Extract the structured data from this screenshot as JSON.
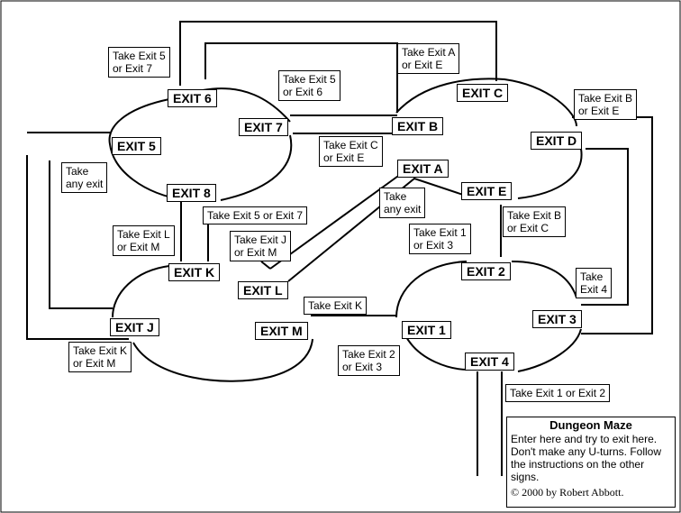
{
  "exits": {
    "e6": "EXIT 6",
    "e7": "EXIT 7",
    "e5": "EXIT 5",
    "e8": "EXIT 8",
    "eB": "EXIT B",
    "eC": "EXIT C",
    "eD": "EXIT D",
    "eA": "EXIT A",
    "eE": "EXIT E",
    "e2": "EXIT 2",
    "e3": "EXIT 3",
    "e1": "EXIT 1",
    "e4": "EXIT 4",
    "eK": "EXIT K",
    "eL": "EXIT L",
    "eJ": "EXIT J",
    "eM": "EXIT M"
  },
  "signs": {
    "s57": "Take Exit 5\nor Exit 7",
    "s56": "Take Exit 5\nor Exit 6",
    "sAE": "Take Exit A\nor Exit E",
    "sBE": "Take Exit B\nor Exit E",
    "sCE": "Take Exit C\nor Exit E",
    "sAny1": "Take\nany exit",
    "sAny2": "Take\nany exit",
    "s57b": "Take Exit 5 or Exit 7",
    "sLM": "Take Exit L\nor Exit M",
    "sJM": "Take Exit J\nor Exit M",
    "s13": "Take Exit 1\nor Exit 3",
    "sBC": "Take Exit B\nor Exit C",
    "s4": "Take\nExit 4",
    "sK": "Take Exit K",
    "sKM": "Take Exit K\nor Exit M",
    "s23": "Take Exit 2\nor Exit 3",
    "s12": "Take Exit 1 or Exit 2"
  },
  "info": {
    "title": "Dungeon Maze",
    "line1": "Enter here and try to exit here.",
    "line2": "Don't make any U-turns.  Follow",
    "line3": "the instructions on the other",
    "line4": "signs.",
    "copyright": "© 2000 by Robert Abbott."
  }
}
